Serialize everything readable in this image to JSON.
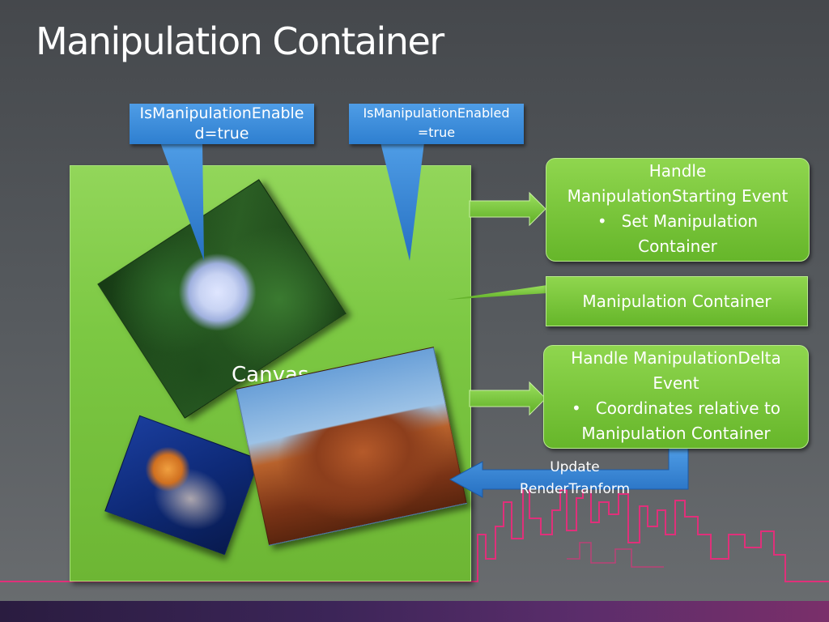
{
  "slide": {
    "title": "Manipulation Container"
  },
  "callouts": [
    {
      "line1": "IsManipulationEnable",
      "line2": "d=true"
    },
    {
      "line1": "IsManipulationEnabled",
      "line2": "=true"
    }
  ],
  "canvas": {
    "label": "Canvas"
  },
  "boxes": {
    "starting": {
      "line1": "Handle",
      "line2": "ManipulationStarting Event",
      "bullet": "•",
      "line3": "Set Manipulation",
      "line4": "Container"
    },
    "container": {
      "label": "Manipulation Container"
    },
    "delta": {
      "line1": "Handle ManipulationDelta",
      "line2": "Event",
      "bullet": "•",
      "line3": "Coordinates relative to",
      "line4": "Manipulation Container"
    }
  },
  "update_arrow": {
    "line1": "Update",
    "line2": "RenderTranform"
  },
  "photos": [
    "hydrangea-flower",
    "desert-mesa",
    "jellyfish"
  ],
  "colors": {
    "canvas_green": "#7cc843",
    "callout_blue": "#2e7fd0",
    "box_green": "#66b62a",
    "skyline_pink": "#e0307a"
  }
}
